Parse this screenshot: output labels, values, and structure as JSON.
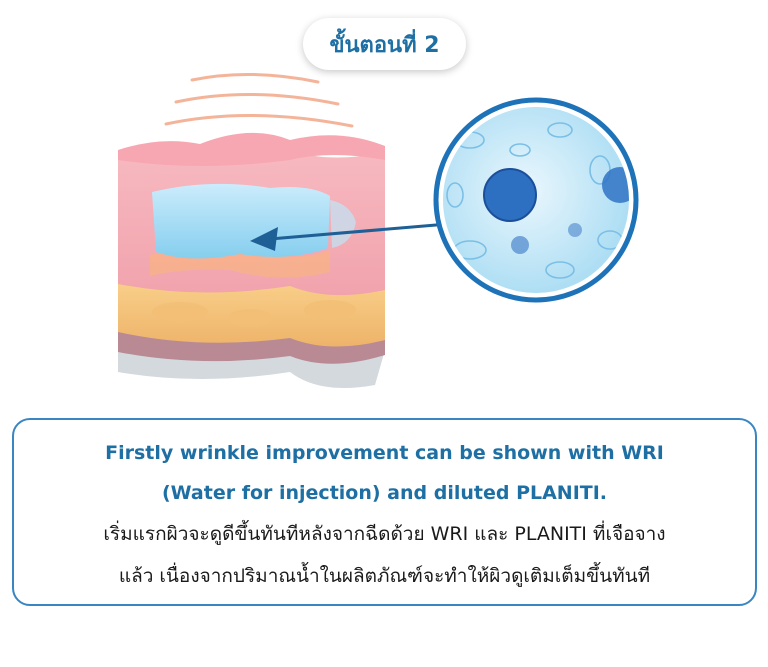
{
  "step_label": "ขั้นตอนที่ 2",
  "caption": {
    "english_line_1": "Firstly wrinkle improvement can be shown with WRI",
    "english_line_2": "(Water for injection) and diluted PLANITI.",
    "thai_line_1": "เริ่มแรกผิวจะดูดีขึ้นทันทีหลังจากฉีดด้วย WRI และ PLANITI ที่เจือจาง",
    "thai_line_2": "แล้ว เนื่องจากปริมาณน้ำในผลิตภัณฑ์จะทำให้ผิวดูเติมเต็มขึ้นทันที"
  },
  "colors": {
    "accent_blue": "#1e6fa3",
    "border_blue": "#3a86c2",
    "skin_pink": "#f2a9b4",
    "water_blue": "#9fdcf5",
    "fat_yellow": "#f6c77f",
    "base_gray": "#d6dbe0"
  },
  "icons": [
    "steam-waves-icon",
    "skin-cross-section-illustration",
    "cell-magnifier-illustration",
    "arrow-left-icon"
  ]
}
